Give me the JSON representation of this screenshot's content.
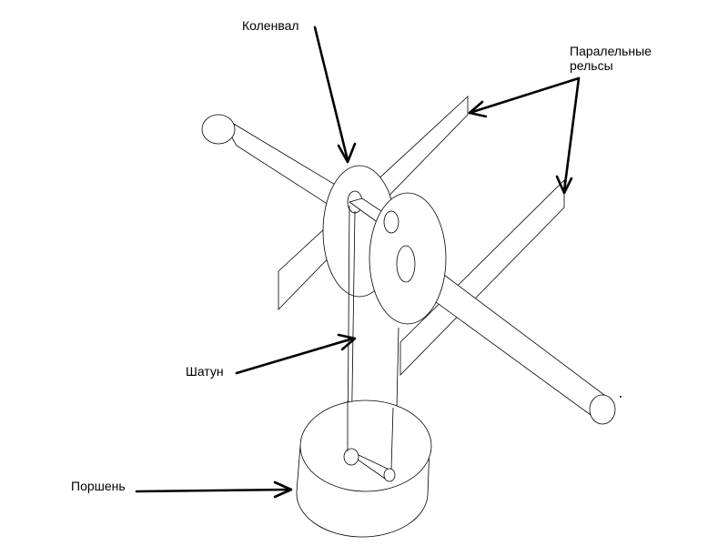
{
  "labels": {
    "crankshaft": "Коленвал",
    "rails_line1": "Паралельные",
    "rails_line2": "рельсы",
    "connecting_rod": "Шатун",
    "piston": "Поршень"
  },
  "colors": {
    "line": "#000000",
    "background": "#ffffff"
  }
}
